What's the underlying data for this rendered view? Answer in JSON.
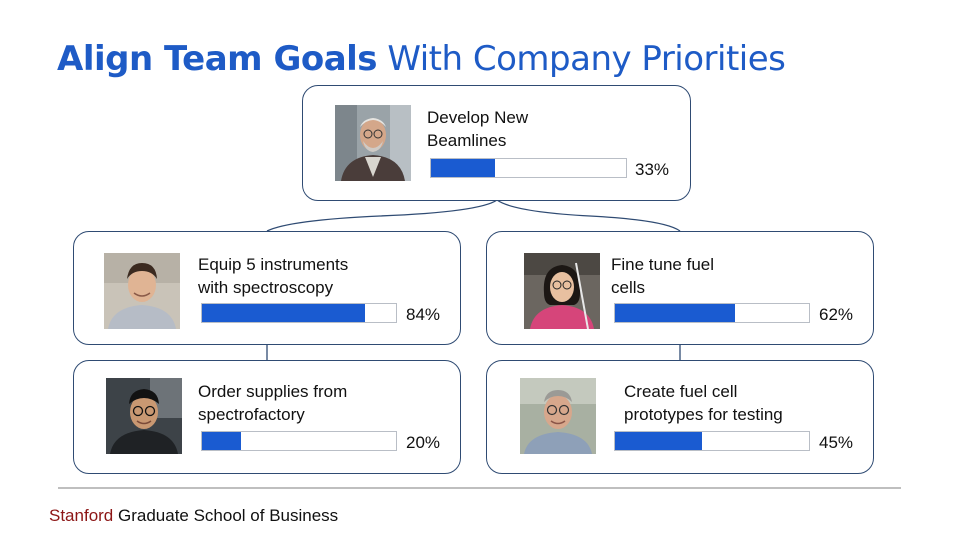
{
  "title": {
    "bold": "Align Team Goals",
    "rest": " With Company Priorities"
  },
  "goals": [
    {
      "text_line1": "Develop New",
      "text_line2": "Beamlines",
      "percent_label": "33%",
      "progress": 0.33,
      "avatar": "older man with glasses and beard"
    },
    {
      "text_line1": "Equip 5 instruments",
      "text_line2": "with spectroscopy",
      "percent_label": "84%",
      "progress": 0.84,
      "avatar": "young man smiling"
    },
    {
      "text_line1": "Fine tune fuel",
      "text_line2": "cells",
      "percent_label": "62%",
      "progress": 0.62,
      "avatar": "young woman with glasses"
    },
    {
      "text_line1": "Order supplies from",
      "text_line2": "spectrofactory",
      "percent_label": "20%",
      "progress": 0.2,
      "avatar": "young man with glasses"
    },
    {
      "text_line1": "Create fuel cell",
      "text_line2": "prototypes for testing",
      "percent_label": "45%",
      "progress": 0.45,
      "avatar": "man with glasses and grey hair"
    }
  ],
  "footer": {
    "brand": "Stanford",
    "rest": " Graduate School of Business"
  },
  "colors": {
    "title": "#1e5bc6",
    "bar_fill": "#1a5bd1",
    "card_border": "#2f4b73",
    "brand": "#8c1515"
  }
}
